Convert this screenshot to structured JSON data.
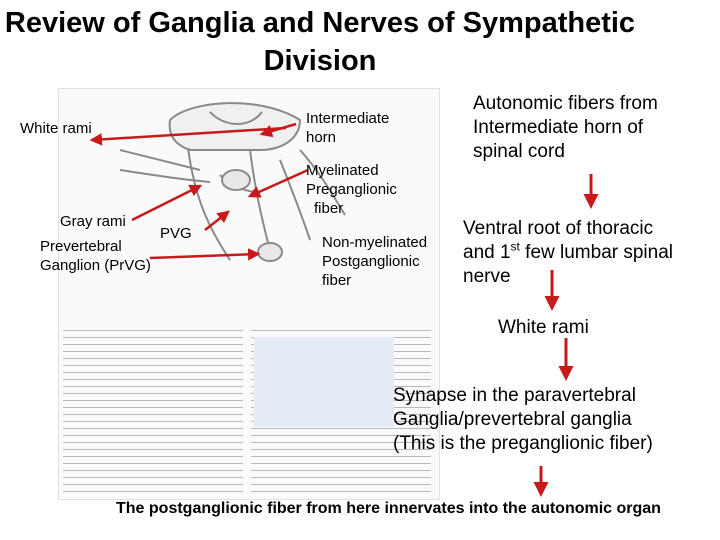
{
  "title": "Review of Ganglia and Nerves of Sympathetic Division",
  "figure": {
    "labels": {
      "white_rami": "White rami",
      "gray_rami": "Gray rami",
      "pvg": "PVG",
      "prevertebral_line1": "Prevertebral",
      "prevertebral_line2": "Ganglion (PrVG)",
      "intermediate_line1": "Intermediate",
      "intermediate_line2": "horn",
      "myelinated_line1": "Myelinated",
      "myelinated_line2": "Preganglionic",
      "myelinated_line3": "fiber",
      "nonmyelinated_line1": "Non-myelinated",
      "nonmyelinated_line2": "Postganglionic",
      "nonmyelinated_line3": "fiber"
    }
  },
  "flow": {
    "step1_line1": "Autonomic fibers from",
    "step1_line2": "Intermediate horn of",
    "step1_line3": "spinal cord",
    "step2_line1": "Ventral root of thoracic",
    "step2_line2_a": "and 1",
    "step2_line2_sup": "st",
    "step2_line2_b": " few lumbar spinal",
    "step2_line3": "nerve",
    "step3": "White rami",
    "step4_line1": "Synapse in the paravertebral",
    "step4_line2": "Ganglia/prevertebral ganglia",
    "step4_line3": "(This is the preganglionic fiber)",
    "step5": "The postganglionic fiber from here innervates into the autonomic organ"
  },
  "colors": {
    "arrow": "#c8191a",
    "text": "#000000"
  }
}
